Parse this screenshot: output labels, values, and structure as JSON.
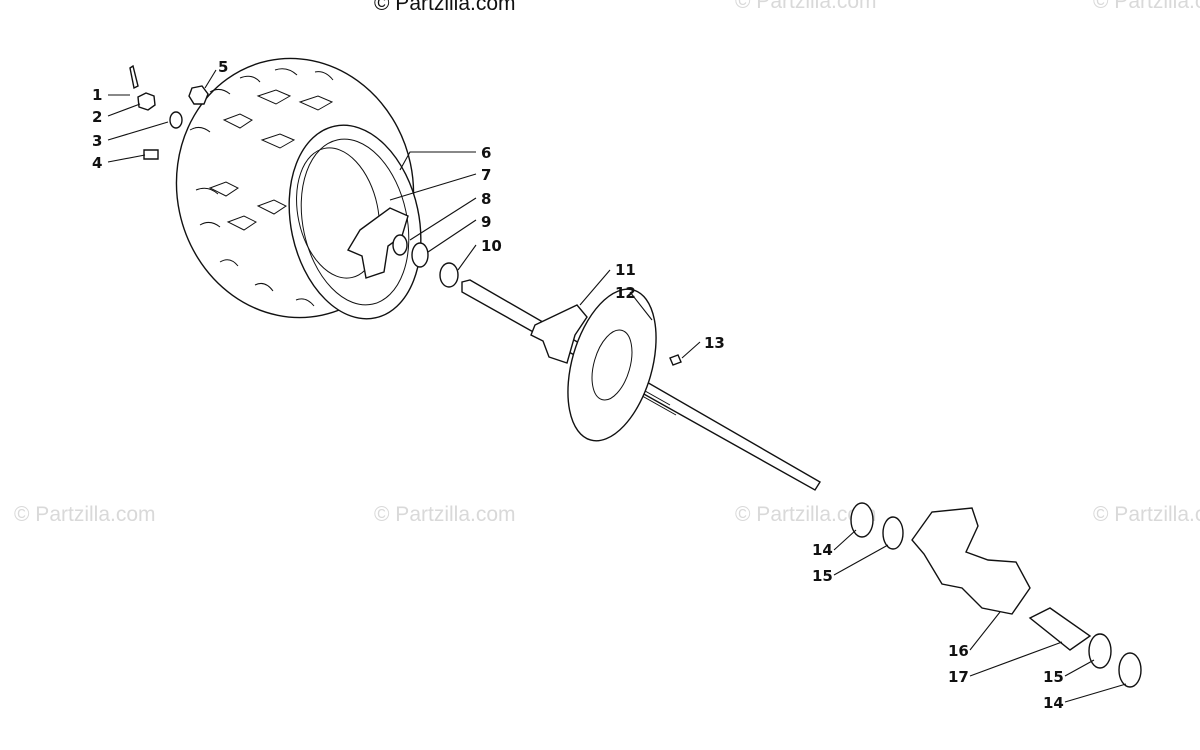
{
  "copyright": "© Partzilla.com",
  "watermarks": [
    "© Partzilla.com",
    "© Partzilla.com",
    "© Partzilla.com",
    "© Partzilla.com",
    "© Partzilla.com",
    "© Partzilla.com"
  ],
  "callouts": [
    "1",
    "2",
    "3",
    "4",
    "5",
    "6",
    "7",
    "8",
    "9",
    "10",
    "11",
    "12",
    "13",
    "14",
    "15",
    "14",
    "15",
    "16",
    "17"
  ],
  "colors": {
    "ink": "#111111",
    "watermark": "#d9d9d9",
    "background": "#ffffff"
  }
}
